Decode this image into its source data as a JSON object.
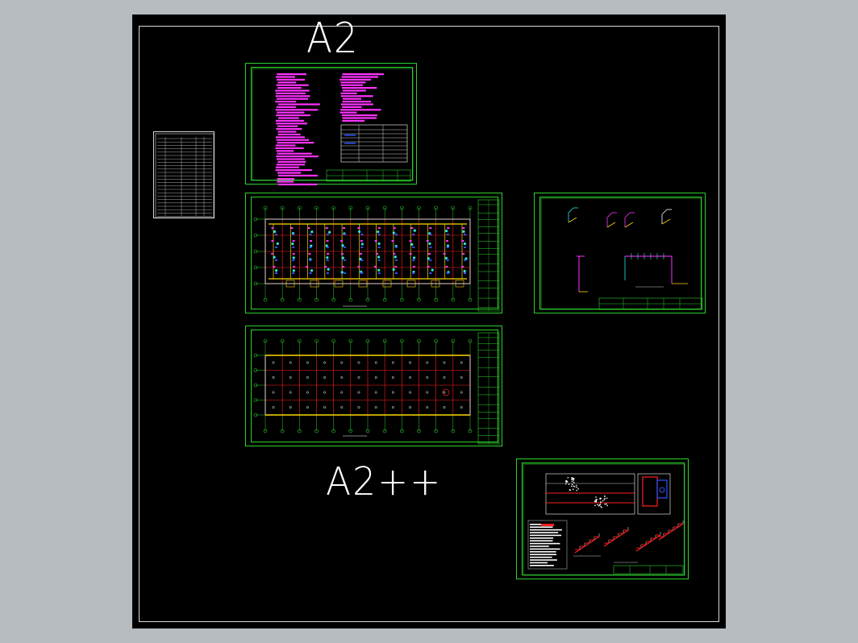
{
  "canvas": {
    "background_color": "#000000",
    "frame_color": "#d9d9d9",
    "sheet_border_color": "#2cd12c"
  },
  "labels": {
    "top_label": "A2",
    "bottom_label": "A2++"
  },
  "colors": {
    "notes_text": "#ff33ff",
    "axis_lines": "#2cd12c",
    "grid_red": "#ff2020",
    "pipes_yellow": "#ffd700",
    "pipes_blue": "#3050ff",
    "pipes_cyan": "#2ee6e6"
  },
  "sheets": [
    {
      "name": "design-notes-sheet",
      "icon": "text-notes-icon"
    },
    {
      "name": "plumbing-plan-sheet",
      "icon": "floor-plan-icon"
    },
    {
      "name": "system-diagram-sheet",
      "icon": "isometric-diagram-icon"
    },
    {
      "name": "fire-sprinkler-plan-sheet",
      "icon": "grid-plan-icon"
    },
    {
      "name": "detail-sheet",
      "icon": "detail-drawing-icon"
    }
  ],
  "index_table": {
    "icon": "drawing-index-table-icon"
  }
}
